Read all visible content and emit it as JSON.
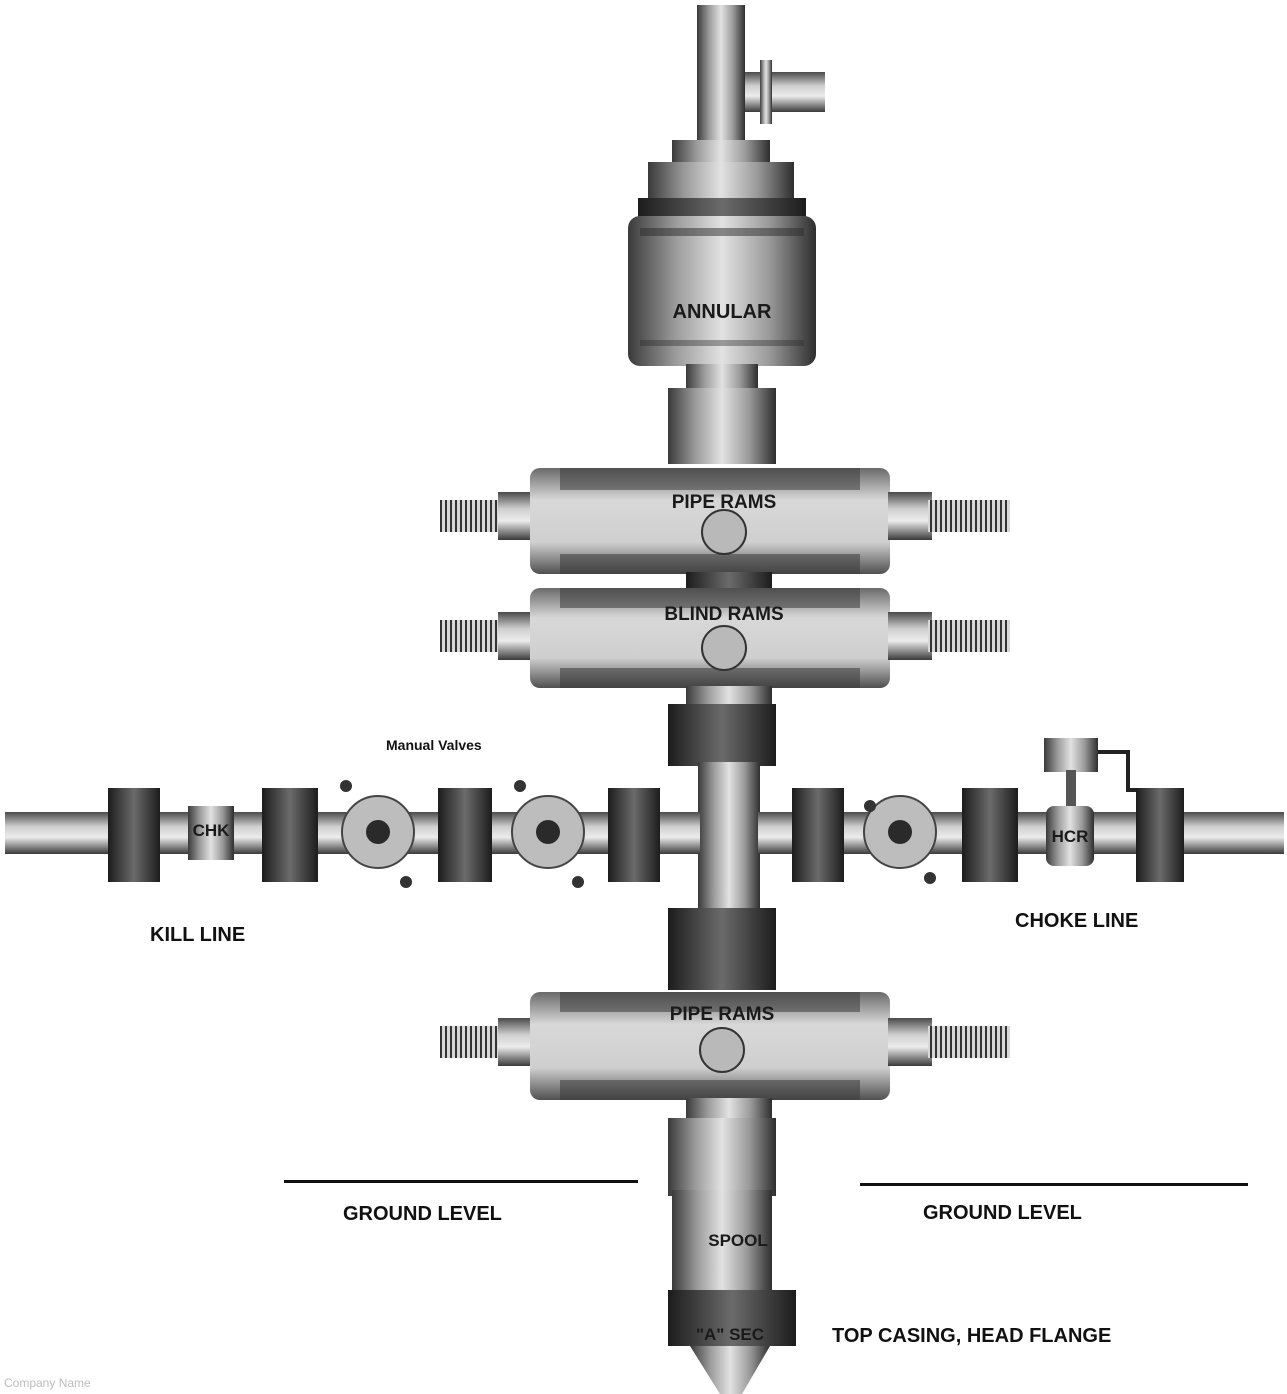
{
  "components": {
    "annular": "ANNULAR",
    "pipe_rams_top": "PIPE RAMS",
    "blind_rams": "BLIND RAMS",
    "pipe_rams_bottom": "PIPE RAMS",
    "check_valve": "CHK",
    "hcr_valve": "HCR",
    "spool": "SPOOL",
    "a_section": "\"A\" SEC"
  },
  "labels": {
    "manual_valves": "Manual Valves",
    "kill_line": "KILL LINE",
    "choke_line": "CHOKE LINE",
    "ground_left": "GROUND LEVEL",
    "ground_right": "GROUND LEVEL",
    "top_casing": "TOP CASING, HEAD FLANGE"
  },
  "footer": "Company Name"
}
